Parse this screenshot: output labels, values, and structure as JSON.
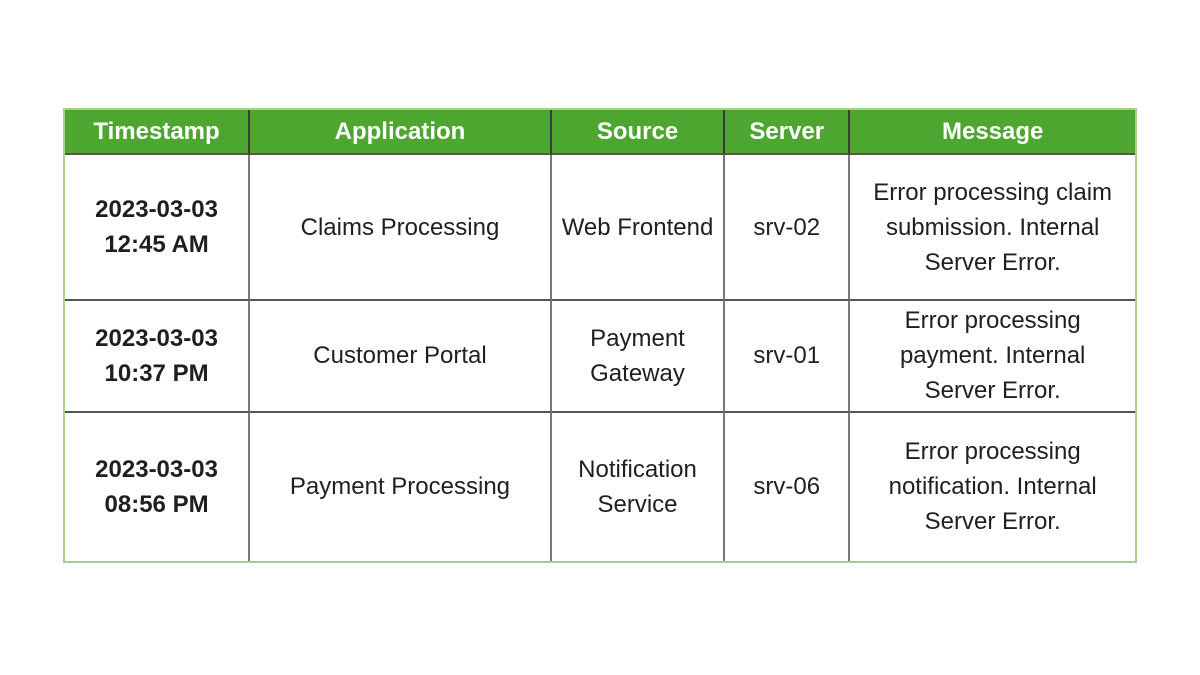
{
  "colors": {
    "header_bg": "#4CA62F",
    "header_text": "#ffffff",
    "outer_border": "#A6D189",
    "grid_vertical": "#787878",
    "grid_horizontal": "#555555",
    "header_grid": "#3b3b3b",
    "body_text": "#1f1f1f",
    "page_bg": "#ffffff"
  },
  "table": {
    "columns": [
      "Timestamp",
      "Application",
      "Source",
      "Server",
      "Message"
    ],
    "rows": [
      {
        "timestamp": "2023-03-03\n12:45 AM",
        "application": "Claims Processing",
        "source": "Web Frontend",
        "server": "srv-02",
        "message": "Error processing claim submission. Internal Server Error."
      },
      {
        "timestamp": "2023-03-03\n10:37 PM",
        "application": "Customer Portal",
        "source": "Payment Gateway",
        "server": "srv-01",
        "message": "Error processing payment. Internal Server Error."
      },
      {
        "timestamp": "2023-03-03\n08:56 PM",
        "application": "Payment Processing",
        "source": "Notification Service",
        "server": "srv-06",
        "message": "Error processing notification. Internal Server Error."
      }
    ]
  }
}
